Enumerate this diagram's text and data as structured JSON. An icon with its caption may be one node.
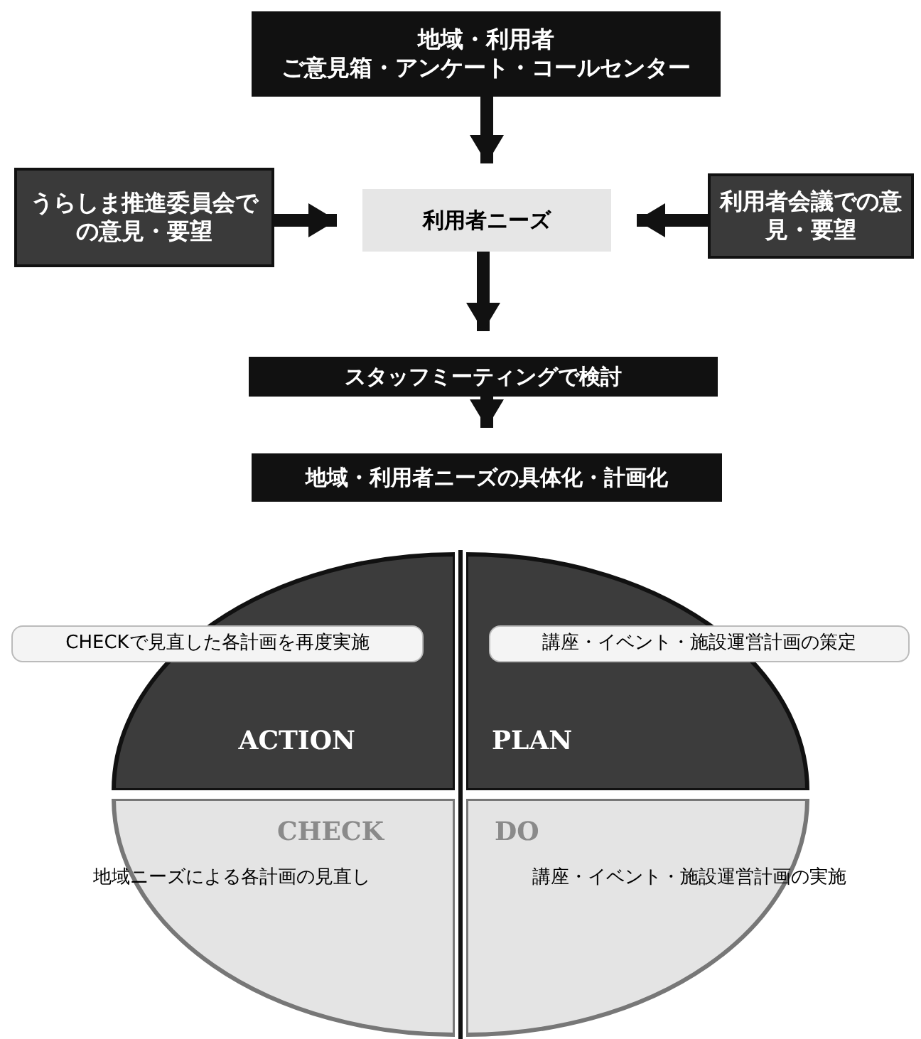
{
  "diagram": {
    "nodes": [
      {
        "text": [
          "地域・利用者",
          "ご意見箱・アンケート・コールセンター"
        ]
      },
      {
        "text": [
          "うらしま推進委員会での意見・要望"
        ]
      },
      {
        "text": [
          "利用者ニーズ"
        ]
      },
      {
        "text": [
          "利用者会議での意見・要望"
        ]
      },
      {
        "text": [
          "スタッフミーティングで検討"
        ]
      },
      {
        "text": [
          "地域・利用者ニーズの具体化・計画化"
        ]
      },
      {
        "text": [
          "CHECKで見直した各計画を再度実施",
          "ACTION"
        ]
      },
      {
        "text": [
          "講座・イベント・施設運営計画の策定",
          "PLAN"
        ]
      },
      {
        "text": [
          "CHECK",
          "地域ニーズによる各計画の見直し"
        ]
      },
      {
        "text": [
          "DO",
          "講座・イベント・施設運営計画の実施"
        ]
      }
    ],
    "edges": [
      {
        "from": 0,
        "to": 2,
        "arrow": "to"
      },
      {
        "from": 1,
        "to": 2,
        "arrow": "to"
      },
      {
        "from": 3,
        "to": 2,
        "arrow": "to"
      },
      {
        "from": 2,
        "to": 4,
        "arrow": "to"
      },
      {
        "from": 4,
        "to": 5,
        "arrow": "to"
      }
    ]
  }
}
